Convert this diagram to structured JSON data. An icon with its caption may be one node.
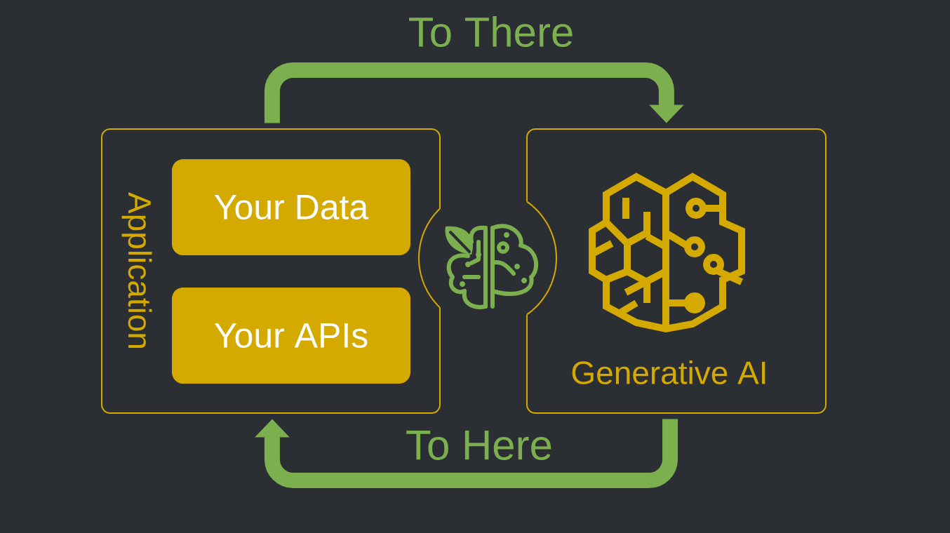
{
  "diagram": {
    "nodes": [
      {
        "text": [
          "Application"
        ]
      },
      {
        "text": [
          "Your Data"
        ],
        "in": 0
      },
      {
        "text": [
          "Your APIs"
        ],
        "in": 0
      },
      {
        "text": [
          "Generative AI"
        ]
      }
    ],
    "edges": [
      {
        "from": 0,
        "to": 3,
        "arrow": "to",
        "label": "To There"
      },
      {
        "from": 3,
        "to": 0,
        "arrow": "to",
        "label": "To Here"
      }
    ]
  }
}
